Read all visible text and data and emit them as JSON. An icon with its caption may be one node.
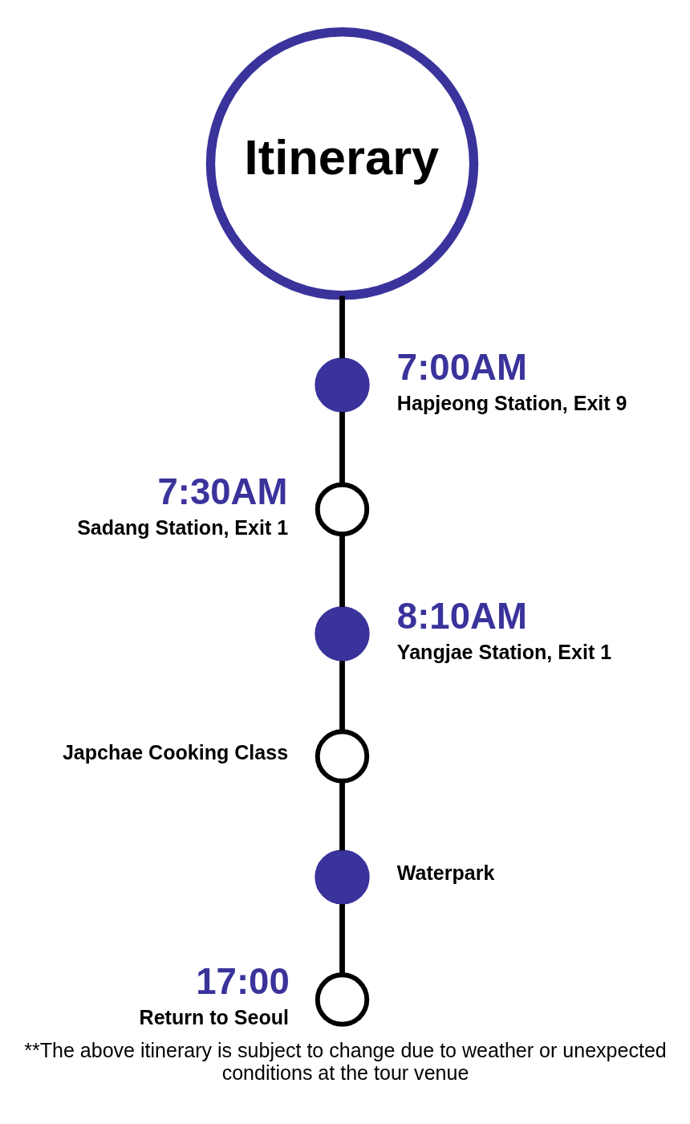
{
  "diagram": {
    "caption": "**The above itinerary is subject to change due to weather or unexpected conditions at the tour venue",
    "nodes": [
      {
        "text": [
          "Itinerary"
        ]
      },
      {
        "text": [],
        "shape": "circle",
        "beside": [
          "7:00AM",
          "Hapjeong Station, Exit 9"
        ]
      },
      {
        "text": [],
        "shape": "circle",
        "beside": [
          "7:30AM",
          "Sadang Station, Exit 1"
        ]
      },
      {
        "text": [],
        "shape": "circle",
        "beside": [
          "8:10AM",
          "Yangjae Station, Exit 1"
        ]
      },
      {
        "text": [],
        "shape": "circle",
        "beside": [
          "Japchae Cooking Class"
        ]
      },
      {
        "text": [],
        "shape": "circle",
        "beside": [
          "Waterpark"
        ]
      },
      {
        "text": [],
        "shape": "circle",
        "beside": [
          "17:00",
          "Return to Seoul"
        ]
      }
    ],
    "edges": [
      {
        "from": 0,
        "to": 1,
        "arrow": "none"
      },
      {
        "from": 1,
        "to": 2,
        "arrow": "none"
      },
      {
        "from": 2,
        "to": 3,
        "arrow": "none"
      },
      {
        "from": 3,
        "to": 4,
        "arrow": "none"
      },
      {
        "from": 4,
        "to": 5,
        "arrow": "none"
      },
      {
        "from": 5,
        "to": 6,
        "arrow": "none"
      }
    ]
  }
}
